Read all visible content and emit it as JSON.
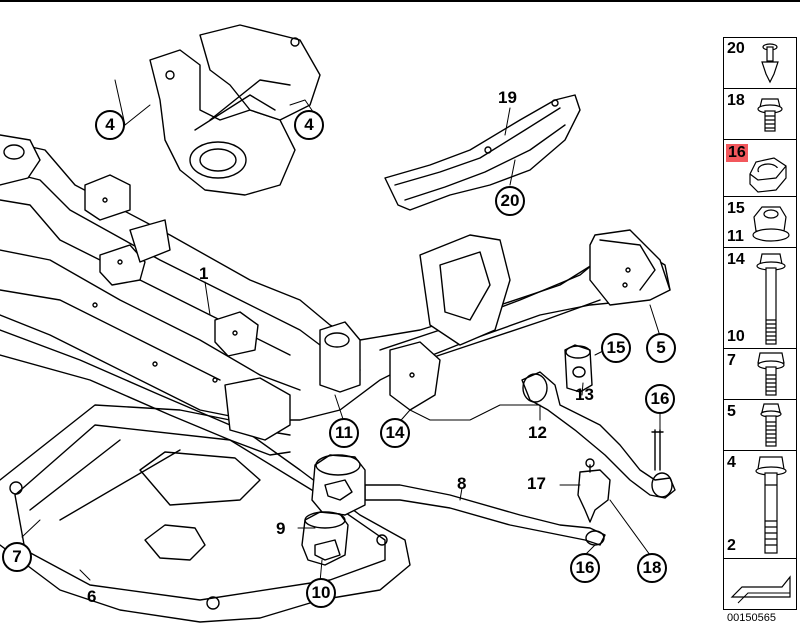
{
  "callouts": {
    "c4a": "4",
    "c4b": "4",
    "c19": "19",
    "c20": "20",
    "c1": "1",
    "c15": "15",
    "c5": "5",
    "c13": "13",
    "c16a": "16",
    "c11": "11",
    "c14": "14",
    "c12": "12",
    "c8": "8",
    "c17": "17",
    "c9": "9",
    "c7": "7",
    "c6": "6",
    "c10": "10",
    "c16b": "16",
    "c18": "18"
  },
  "sidebar": {
    "cells": [
      {
        "numbers": [
          "20"
        ]
      },
      {
        "numbers": [
          "18"
        ]
      },
      {
        "numbers": [
          "16"
        ],
        "highlighted": "16"
      },
      {
        "numbers": [
          "15",
          "11"
        ]
      },
      {
        "numbers": [
          "14",
          "10"
        ]
      },
      {
        "numbers": [
          "7"
        ]
      },
      {
        "numbers": [
          "5"
        ]
      },
      {
        "numbers": [
          "4",
          "2"
        ]
      },
      {
        "numbers": []
      }
    ],
    "highlight_color": "#f2575c"
  },
  "document_number": "00150565"
}
